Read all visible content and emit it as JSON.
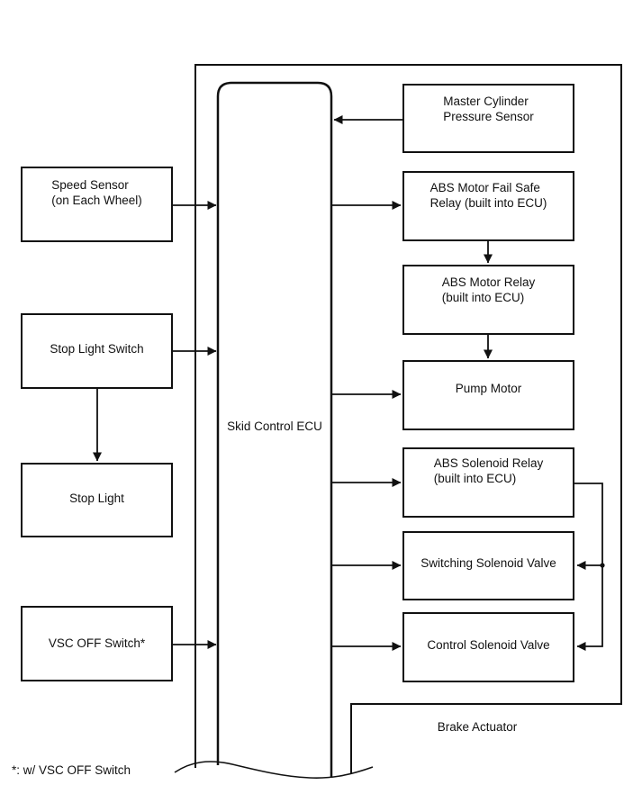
{
  "diagram": {
    "kind": "block-diagram",
    "footnote": "*: w/ VSC OFF Switch",
    "ecu": {
      "label": "Skid Control ECU"
    },
    "brake_actuator": {
      "label": "Brake Actuator"
    },
    "left_nodes": [
      {
        "id": "speed-sensor",
        "label": "Speed Sensor\n(on Each Wheel)"
      },
      {
        "id": "stop-light-switch",
        "label": "Stop Light Switch"
      },
      {
        "id": "stop-light",
        "label": "Stop Light"
      },
      {
        "id": "vsc-off-switch",
        "label": "VSC OFF Switch*"
      }
    ],
    "right_nodes": [
      {
        "id": "master-cylinder-pressure-sensor",
        "label": "Master Cylinder\nPressure Sensor"
      },
      {
        "id": "abs-motor-fail-safe-relay",
        "label": "ABS Motor Fail Safe\nRelay (built into ECU)"
      },
      {
        "id": "abs-motor-relay",
        "label": "ABS Motor Relay\n(built into ECU)"
      },
      {
        "id": "pump-motor",
        "label": "Pump Motor"
      },
      {
        "id": "abs-solenoid-relay",
        "label": "ABS Solenoid Relay\n(built into ECU)"
      },
      {
        "id": "switching-solenoid-valve",
        "label": "Switching Solenoid Valve"
      },
      {
        "id": "control-solenoid-valve",
        "label": "Control Solenoid Valve"
      }
    ],
    "connections": [
      "Speed Sensor -> Skid Control ECU",
      "Stop Light Switch -> Skid Control ECU",
      "Stop Light Switch -> Stop Light",
      "VSC OFF Switch -> Skid Control ECU",
      "Master Cylinder Pressure Sensor -> Skid Control ECU",
      "Skid Control ECU -> ABS Motor Fail Safe Relay",
      "ABS Motor Fail Safe Relay -> ABS Motor Relay",
      "ABS Motor Relay -> Pump Motor",
      "Skid Control ECU -> Pump Motor",
      "Skid Control ECU -> ABS Solenoid Relay",
      "Skid Control ECU -> Switching Solenoid Valve",
      "Skid Control ECU -> Control Solenoid Valve",
      "ABS Solenoid Relay -> Switching Solenoid Valve",
      "ABS Solenoid Relay -> Control Solenoid Valve"
    ]
  },
  "theme": {
    "line": "#111111",
    "bg": "#ffffff",
    "box-fill": "#ffffff"
  }
}
